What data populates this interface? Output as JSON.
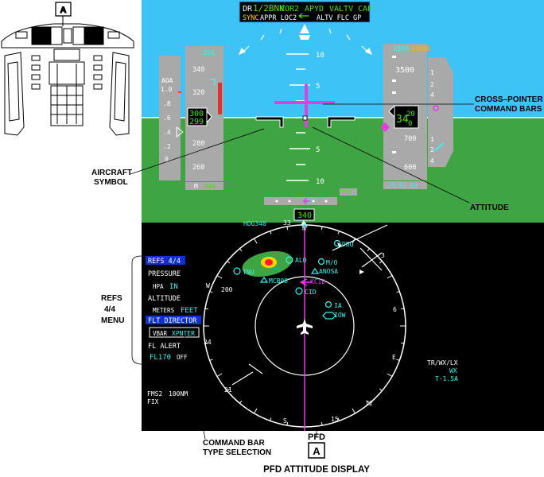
{
  "cockpit_inset": {
    "key": "A"
  },
  "fma": {
    "row1": [
      "DR",
      "1/2BNK",
      "VOR2",
      "APYD",
      "VALTV CAP"
    ],
    "row2": [
      "SYNC",
      "APPR LOC2",
      "ALTV FLC GP"
    ]
  },
  "pitch": {
    "up10": "10",
    "up5": "5",
    "dn5": "5",
    "dn10": "10"
  },
  "speed_tape": {
    "top_label": "250",
    "ticks": [
      "340",
      "320",
      "280",
      "260"
    ],
    "current_a": "300",
    "current_b": "299",
    "bottom_label": "M",
    "bottom_value": ".486"
  },
  "aoa": {
    "label": "AOA",
    "ticks": [
      "1.0",
      ".8",
      ".6",
      ".4",
      ".2",
      "0"
    ]
  },
  "alt_tape": {
    "top_amber": "16000",
    "top_cyan": "3500",
    "ticks": [
      "3500",
      "700",
      "600"
    ],
    "current_a": "34",
    "current_b": "20",
    "current_c": "0",
    "baro": "29.92 IN"
  },
  "vsi": {
    "ticks": [
      "1",
      "2",
      "4",
      "1",
      "2",
      "4"
    ]
  },
  "gs_box": "250",
  "heading_box": "340",
  "nd": {
    "hdg_sel": "HDG340",
    "compass": [
      "33",
      "N",
      "3",
      "6",
      "E",
      "12",
      "15",
      "S",
      "21",
      "24",
      "W"
    ],
    "range_outer": "200",
    "waypoints": [
      "ALO",
      "TNU",
      "MCB08",
      "M/O",
      "ANOSA",
      "KCID",
      "CID",
      "IA",
      "IOW",
      "DBQ"
    ],
    "fms": "FMS2",
    "fms_dist": "100NM",
    "fix": "FIX",
    "wx_1": "TR/WX/LX",
    "wx_2": "WX",
    "wx_3": "T-1.5A"
  },
  "refs_menu": {
    "title": "REFS 4/4",
    "pressure": "PRESSURE",
    "hpa": "HPA",
    "in": "IN",
    "altitude": "ALTITUDE",
    "meters": "METERS",
    "feet": "FEET",
    "flt_director": "FLT DIRECTOR",
    "vbar": "VBAR",
    "xpnter": "XPNTER",
    "fl_alert": "FL ALERT",
    "fl_value": "FL170",
    "off": "OFF"
  },
  "callouts": {
    "cross_pointer": [
      "CROSS–POINTER",
      "COMMAND BARS"
    ],
    "aircraft_symbol": [
      "AIRCRAFT",
      "SYMBOL"
    ],
    "attitude": "ATTITUDE",
    "refs_menu": [
      "REFS",
      "4/4",
      "MENU"
    ],
    "command_bar": [
      "COMMAND BAR",
      "TYPE SELECTION"
    ]
  },
  "caption": {
    "pfd": "PFD",
    "key": "A",
    "title": "PFD ATTITUDE DISPLAY"
  },
  "colors": {
    "sky": "#3ec3f7",
    "ground": "#3fa442",
    "command_bar": "#e43ee0",
    "cyan": "#3cf0f0",
    "green": "#4fe000",
    "amber": "#ffb300",
    "tape": "#a9a9a9"
  }
}
